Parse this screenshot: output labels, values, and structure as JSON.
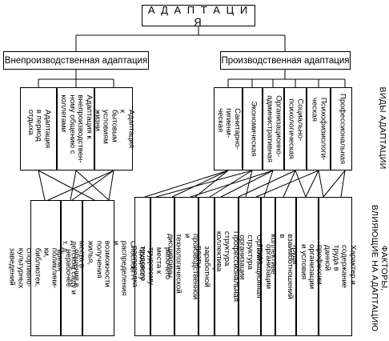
{
  "title": "А Д А П Т А Ц И Я",
  "left_branch": "Внепроизводственная адаптация",
  "right_branch": "Производственная адаптация",
  "side_label_types": "ВИДЫ АДАПТАЦИИ",
  "side_label_factors": "ФАКТОРЫ,\nВЛИЯЮЩИЕ НА АДАПТАЦИЮ",
  "left_types": [
    "Адаптация в период\nотдыха",
    "Адаптация к\nвнепроизводствен-\nному общению с\nколлегами",
    "Адаптация к\nбытовым условиям\nжизни"
  ],
  "right_types": [
    "Санитарно-гигиени-\nческая",
    "Экономическая",
    "Организационно-\nадминистративная",
    "Социально-\nпсихологическая",
    "Психофизиологи-\nческая",
    "Профессиональная"
  ],
  "left_factors": [
    "Наличие баз отдыха, поликлини-\nки, библиотек, спортивно-\nкультурных заведений",
    "Формы общения в нерабочее\nвремя",
    "Способы распределения и\nвозможности получения жилья,\nместа в детском саду и т. д."
  ],
  "right_factors": [
    "Правила трудового распорядка",
    "Степень готовности рабочего\nместа к трудовому процессу",
    "Состояние производственной и\nтехнологической дисциплины",
    "Размеры заработной платы",
    "Профессиональная структура\nколлектива",
    "Организационная структура\nорганизации",
    "Система организации труда",
    "Нормы взаимоотношений в\nколлективе",
    "Уровень организации и условия\nтруда",
    "Характер и содержание труда в\nданной профессии"
  ]
}
